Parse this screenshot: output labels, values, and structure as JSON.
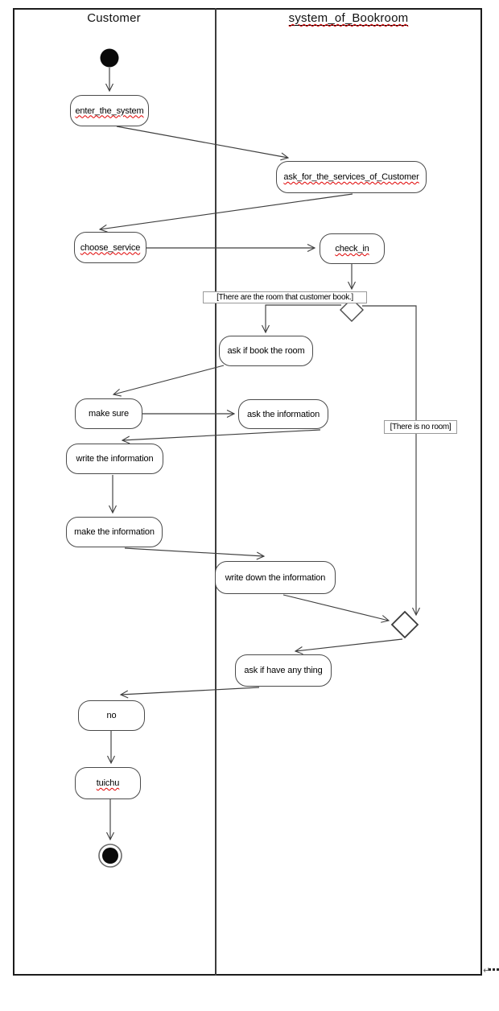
{
  "diagram_type": "uml-activity-swimlane",
  "lanes": {
    "left": "Customer",
    "right": "system_of_Bookroom"
  },
  "nodes": {
    "enter_the_system": "enter_the_system",
    "ask_for_services": "ask_for_the_services_of_Customer",
    "choose_service": "choose_service",
    "check_in": "check_in",
    "ask_if_book": "ask if book the room",
    "make_sure": "make sure",
    "ask_information": "ask the information",
    "write_information": "write the information",
    "make_information": "make the information",
    "write_down_information": "write down the information",
    "ask_if_have": "ask if have any thing",
    "no": "no",
    "tuichu": "tuichu"
  },
  "guards": {
    "room_booked": "[There are the room that customer book.]",
    "no_room": "[There is no room]"
  },
  "artifacts": {
    "return_mark": "↵"
  },
  "colors": {
    "line": "#3f3f3f",
    "misspell_underline": "#e00000",
    "node_fill": "#ffffff",
    "start_end_fill": "#0a0a0a"
  }
}
